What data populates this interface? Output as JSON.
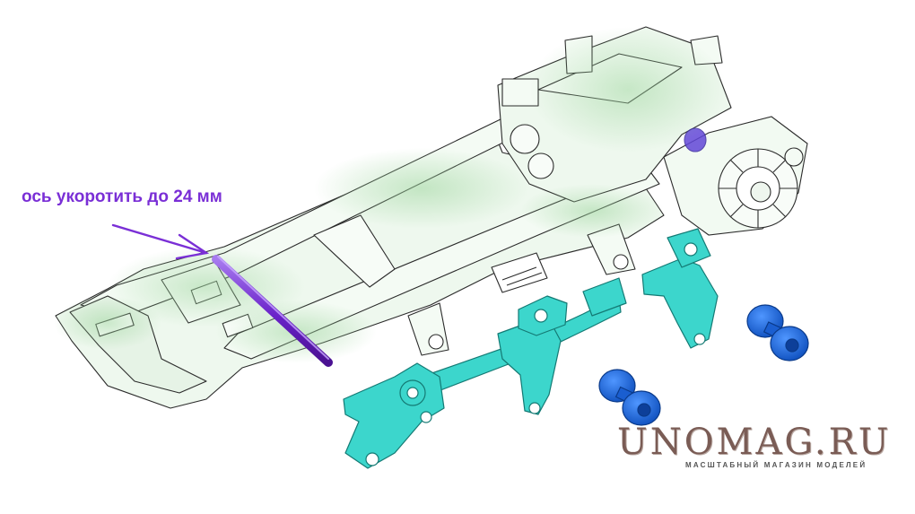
{
  "annotation": {
    "text": "ось укоротить до 24 мм"
  },
  "watermark": {
    "name": "UNOMAG.RU",
    "tagline": "МАСШТАБНЫЙ МАГАЗИН МОДЕЛЕЙ"
  },
  "colors": {
    "annotation": "#7a2fd6",
    "axle_rod": "#7b33d6",
    "frame_fill": "#eaf6ea",
    "frame_green": "#a9dba9",
    "suspension": "#3cd6cc",
    "wheels": "#1f6de0",
    "logo": "#7a5c55"
  },
  "icons": {
    "arrow": "arrow-pointer",
    "frame": "chassis-frame",
    "gearbox": "transfer-case",
    "axle": "axle-rod",
    "suspension": "steering-linkage",
    "wheels": "road-wheels"
  }
}
